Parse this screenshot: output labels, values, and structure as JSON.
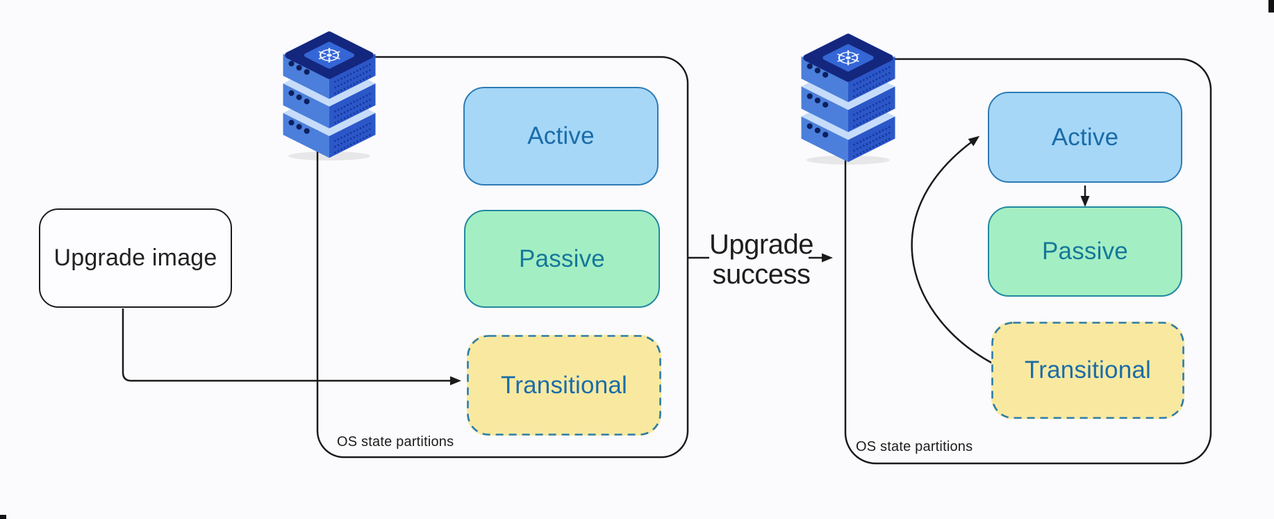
{
  "canvas": {
    "background": "#fbfbfd",
    "connector_color": "#1a1a1a"
  },
  "upgrade_image_node": {
    "label": "Upgrade image"
  },
  "transition_label": {
    "line1": "Upgrade",
    "line2": "success"
  },
  "left_cluster": {
    "caption": "OS state partitions",
    "icon": "kubernetes-server-stack",
    "partitions": [
      {
        "label": "Active",
        "fill": "#a6d7f7",
        "border": "#2d7bb5",
        "text_color": "#1a6ca8",
        "border_style": "solid"
      },
      {
        "label": "Passive",
        "fill": "#a4eec3",
        "border": "#21889f",
        "text_color": "#15789b",
        "border_style": "solid"
      },
      {
        "label": "Transitional",
        "fill": "#f9e9a0",
        "border": "#2c7cab",
        "text_color": "#1a6ca8",
        "border_style": "dashed"
      }
    ]
  },
  "right_cluster": {
    "caption": "OS state partitions",
    "icon": "kubernetes-server-stack",
    "partitions": [
      {
        "label": "Active",
        "fill": "#a6d7f7",
        "border": "#2d7bb5",
        "text_color": "#1a6ca8",
        "border_style": "solid"
      },
      {
        "label": "Passive",
        "fill": "#a4eec3",
        "border": "#21889f",
        "text_color": "#15789b",
        "border_style": "solid"
      },
      {
        "label": "Transitional",
        "fill": "#f9e9a0",
        "border": "#2c7cab",
        "text_color": "#1a6ca8",
        "border_style": "dashed"
      }
    ]
  },
  "flows": [
    {
      "from": "upgrade-image",
      "to": "left-transitional"
    },
    {
      "from": "left-cluster",
      "to": "right-cluster",
      "label": "Upgrade success"
    },
    {
      "from": "right-active",
      "to": "right-passive"
    },
    {
      "from": "right-transitional",
      "to": "right-active"
    }
  ]
}
